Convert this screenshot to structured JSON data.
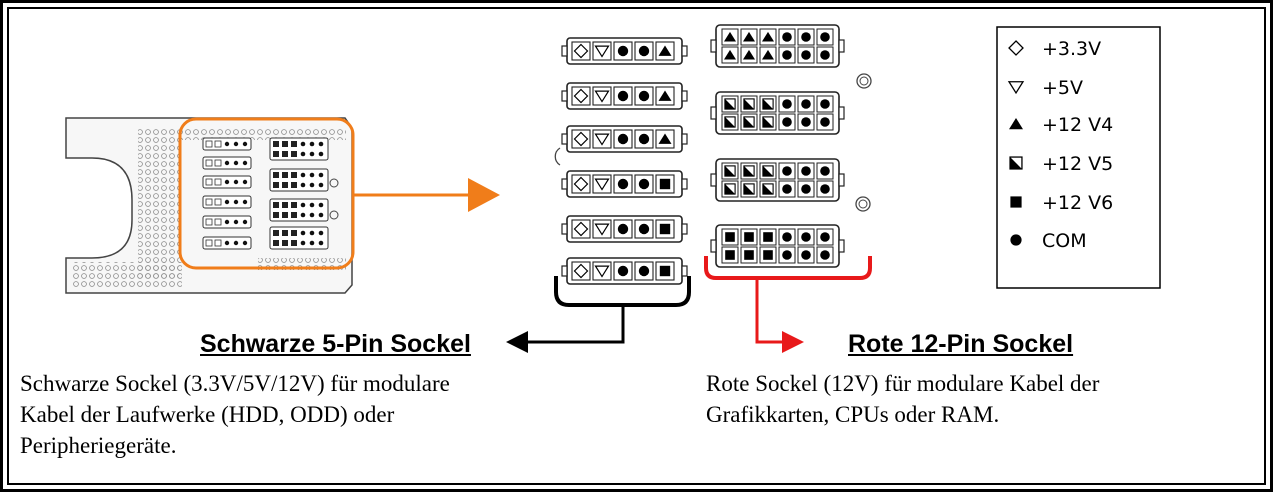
{
  "legend": {
    "items": [
      {
        "symbol": "diamond-outline",
        "label": "+3.3V"
      },
      {
        "symbol": "triangle-down-outline",
        "label": "+5V"
      },
      {
        "symbol": "triangle-up-filled",
        "label": "+12 V4"
      },
      {
        "symbol": "half-square",
        "label": "+12 V5"
      },
      {
        "symbol": "square-filled",
        "label": "+12 V6"
      },
      {
        "symbol": "circle-filled",
        "label": "COM"
      }
    ]
  },
  "left_section": {
    "heading": "Schwarze 5-Pin Sockel",
    "description_lines": [
      "Schwarze Sockel (3.3V/5V/12V) für modulare",
      "Kabel der Laufwerke (HDD, ODD) oder",
      "Peripheriegeräte."
    ]
  },
  "right_section": {
    "heading": "Rote 12-Pin Sockel",
    "description_lines": [
      "Rote Sockel (12V) für modulare Kabel der",
      "Grafikkarten, CPUs oder RAM."
    ]
  },
  "colors": {
    "orange": "#f07d1a",
    "red": "#e8191a",
    "black": "#000000",
    "outline": "#444444"
  }
}
